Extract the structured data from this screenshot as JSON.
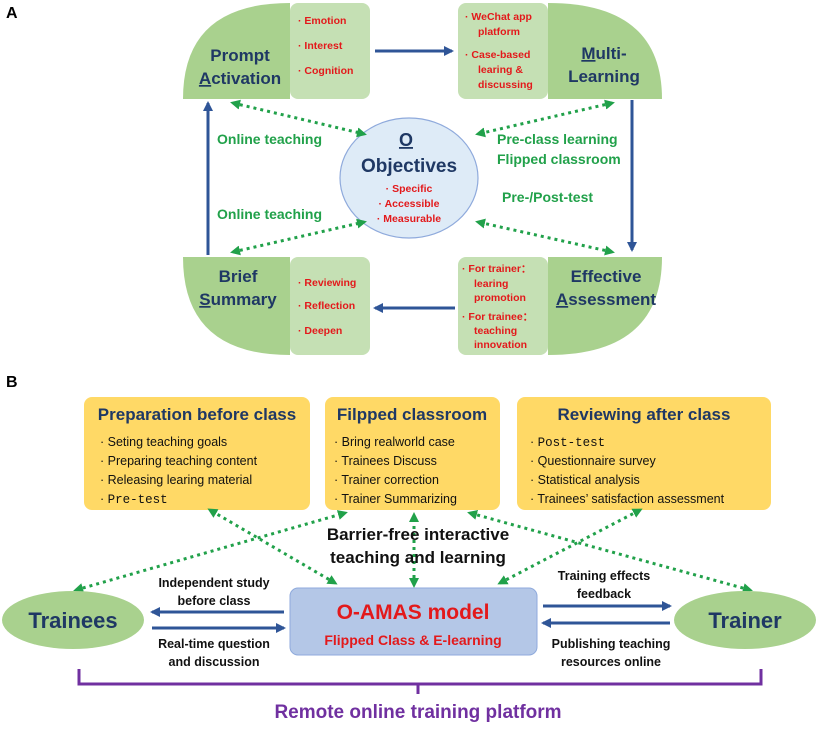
{
  "panel_a": {
    "label": "A",
    "prompt": {
      "line1": "Prompt",
      "line2a": "A",
      "line2b": "ctivation",
      "items": [
        "· Emotion",
        "· Interest",
        "· Cognition"
      ]
    },
    "multi": {
      "line1a": "M",
      "line1b": "ulti-",
      "line2": "Learning",
      "items": [
        "· WeChat app",
        "platform",
        "· Case-based",
        "learing &",
        "discussing"
      ]
    },
    "objectives": {
      "letter": "O",
      "title": "Objectives",
      "items": [
        "· Specific",
        "· Accessible",
        "· Measurable"
      ]
    },
    "brief": {
      "line1": "Brief",
      "line2a": "S",
      "line2b": "ummary",
      "items": [
        "· Reviewing",
        "· Reflection",
        "· Deepen"
      ]
    },
    "effective": {
      "line1": "Effective",
      "line2a": "A",
      "line2b": "ssessment",
      "items": [
        "· For trainer：",
        "learing",
        "promotion",
        "· For trainee：",
        "teaching",
        "innovation"
      ]
    },
    "labels": {
      "online1": "Online teaching",
      "online2": "Online teaching",
      "preclass": "Pre-class learning",
      "flipped": "Flipped classroom",
      "prepost": "Pre-/Post-test"
    }
  },
  "panel_b": {
    "label": "B",
    "boxes": [
      {
        "title": "Preparation before class",
        "items": [
          "Seting teaching goals",
          "Preparing teaching content",
          "Releasing learing material",
          "Pre-test"
        ]
      },
      {
        "title": "Filpped classroom",
        "items": [
          "Bring realworld case",
          "Trainees Discuss",
          "Trainer correction",
          "Trainer Summarizing"
        ]
      },
      {
        "title": "Reviewing  after class",
        "items": [
          "Post-test",
          "Questionnaire survey",
          "Statistical analysis",
          "Trainees’ satisfaction assessment"
        ]
      }
    ],
    "barrier": [
      "Barrier-free interactive",
      "teaching and learning"
    ],
    "trainees": "Trainees",
    "trainer": "Trainer",
    "model_title": "O-AMAS model",
    "model_sub": "Flipped Class & E-learning",
    "left_top": [
      "Independent study",
      "before class"
    ],
    "left_bottom": [
      "Real-time question",
      "and discussion"
    ],
    "right_top": [
      "Training effects",
      "feedback"
    ],
    "right_bottom": [
      "Publishing teaching",
      "resources online"
    ],
    "platform": "Remote online training platform"
  },
  "colors": {
    "quadrant_green": "#a9d18e",
    "box_green": "#c5e0b4",
    "ellipse_blue": "#deebf7",
    "dark_blue": "#2f5597",
    "dotted_green": "#21a14a",
    "red": "#e3191b",
    "yellow_box": "#ffd966",
    "model_blue": "#b4c7e7",
    "purple": "#7030a0"
  }
}
